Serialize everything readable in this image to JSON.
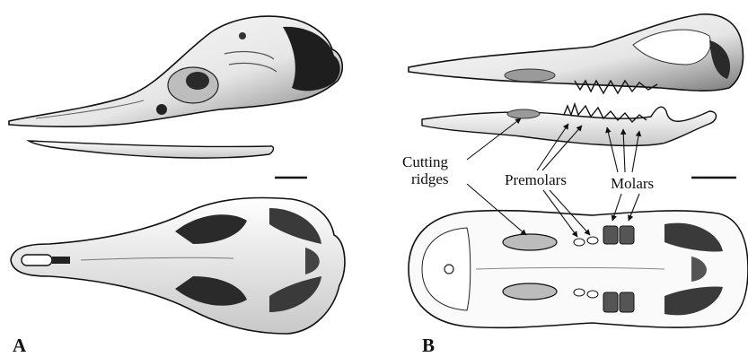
{
  "panels": {
    "a": {
      "letter": "A"
    },
    "b": {
      "letter": "B"
    }
  },
  "labels": {
    "cutting_ridges_line1": "Cutting",
    "cutting_ridges_line2": "ridges",
    "premolars": "Premolars",
    "molars": "Molars"
  },
  "colors": {
    "ink": "#111111",
    "bone": "#f2f2f2",
    "shade": "#9a9a9a",
    "dark": "#2a2a2a"
  }
}
